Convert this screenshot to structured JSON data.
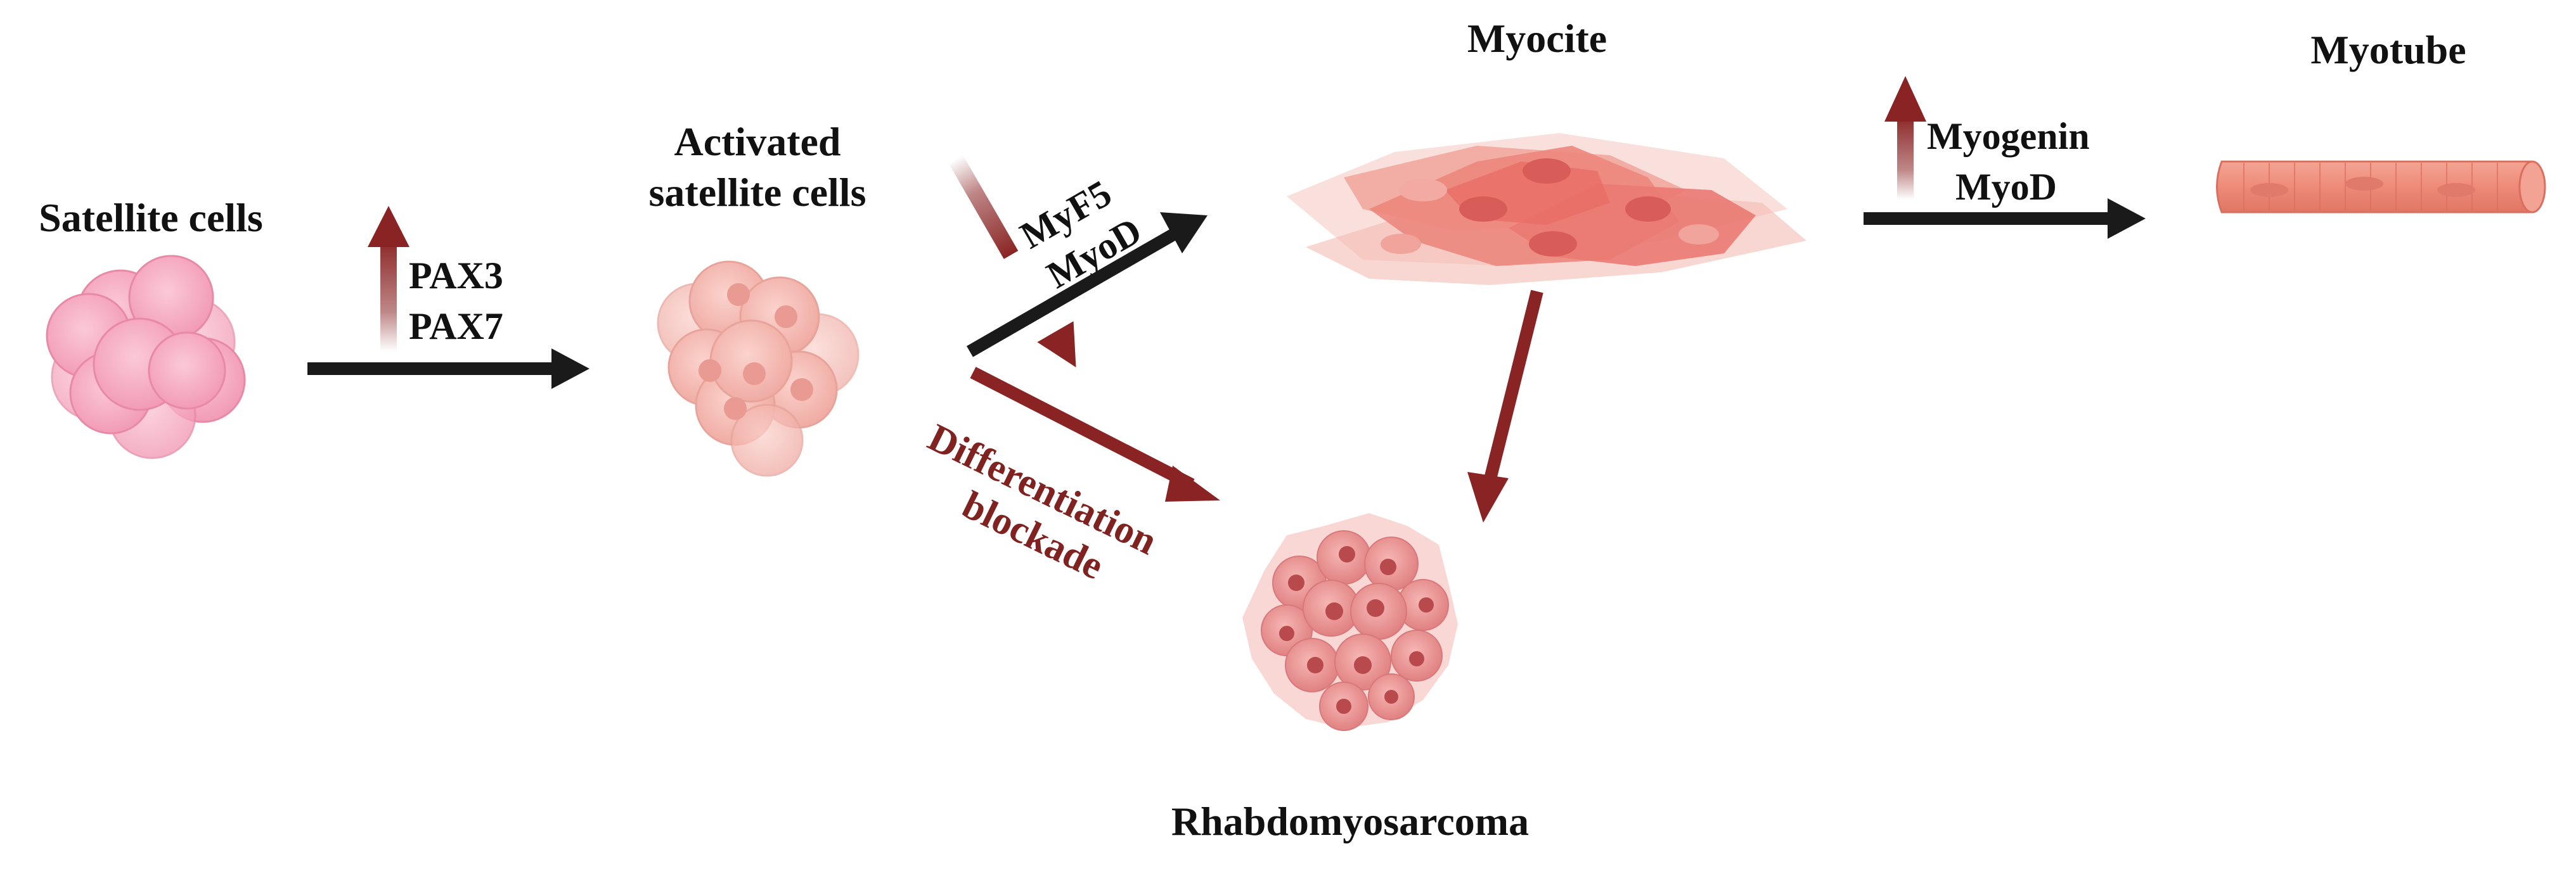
{
  "stages": {
    "satellite_cells": "Satellite cells",
    "activated_line1": "Activated",
    "activated_line2": "satellite cells",
    "myocite": "Myocite",
    "myotube": "Myotube",
    "rhabdomyosarcoma": "Rhabdomyosarcoma"
  },
  "markers": {
    "pax3": "PAX3",
    "pax7": "PAX7",
    "myf5": "MyF5",
    "myod_1": "MyoD",
    "myogenin": "Myogenin",
    "myod_2": "MyoD"
  },
  "blockade": {
    "line1": "Differentiation",
    "line2": "blockade"
  },
  "colors": {
    "arrow_black": "#1a1a1a",
    "arrow_red": "#8a2424",
    "cell_pink": "#f5a9c0",
    "cell_salmon": "#f2b0a6",
    "myocyte": "#ea7a72",
    "tumor": "#e79a9a"
  },
  "icons": [
    "satellite-cells-icon",
    "activated-cells-icon",
    "myocyte-icon",
    "myotube-icon",
    "tumor-icon",
    "upregulation-arrow-icon"
  ]
}
